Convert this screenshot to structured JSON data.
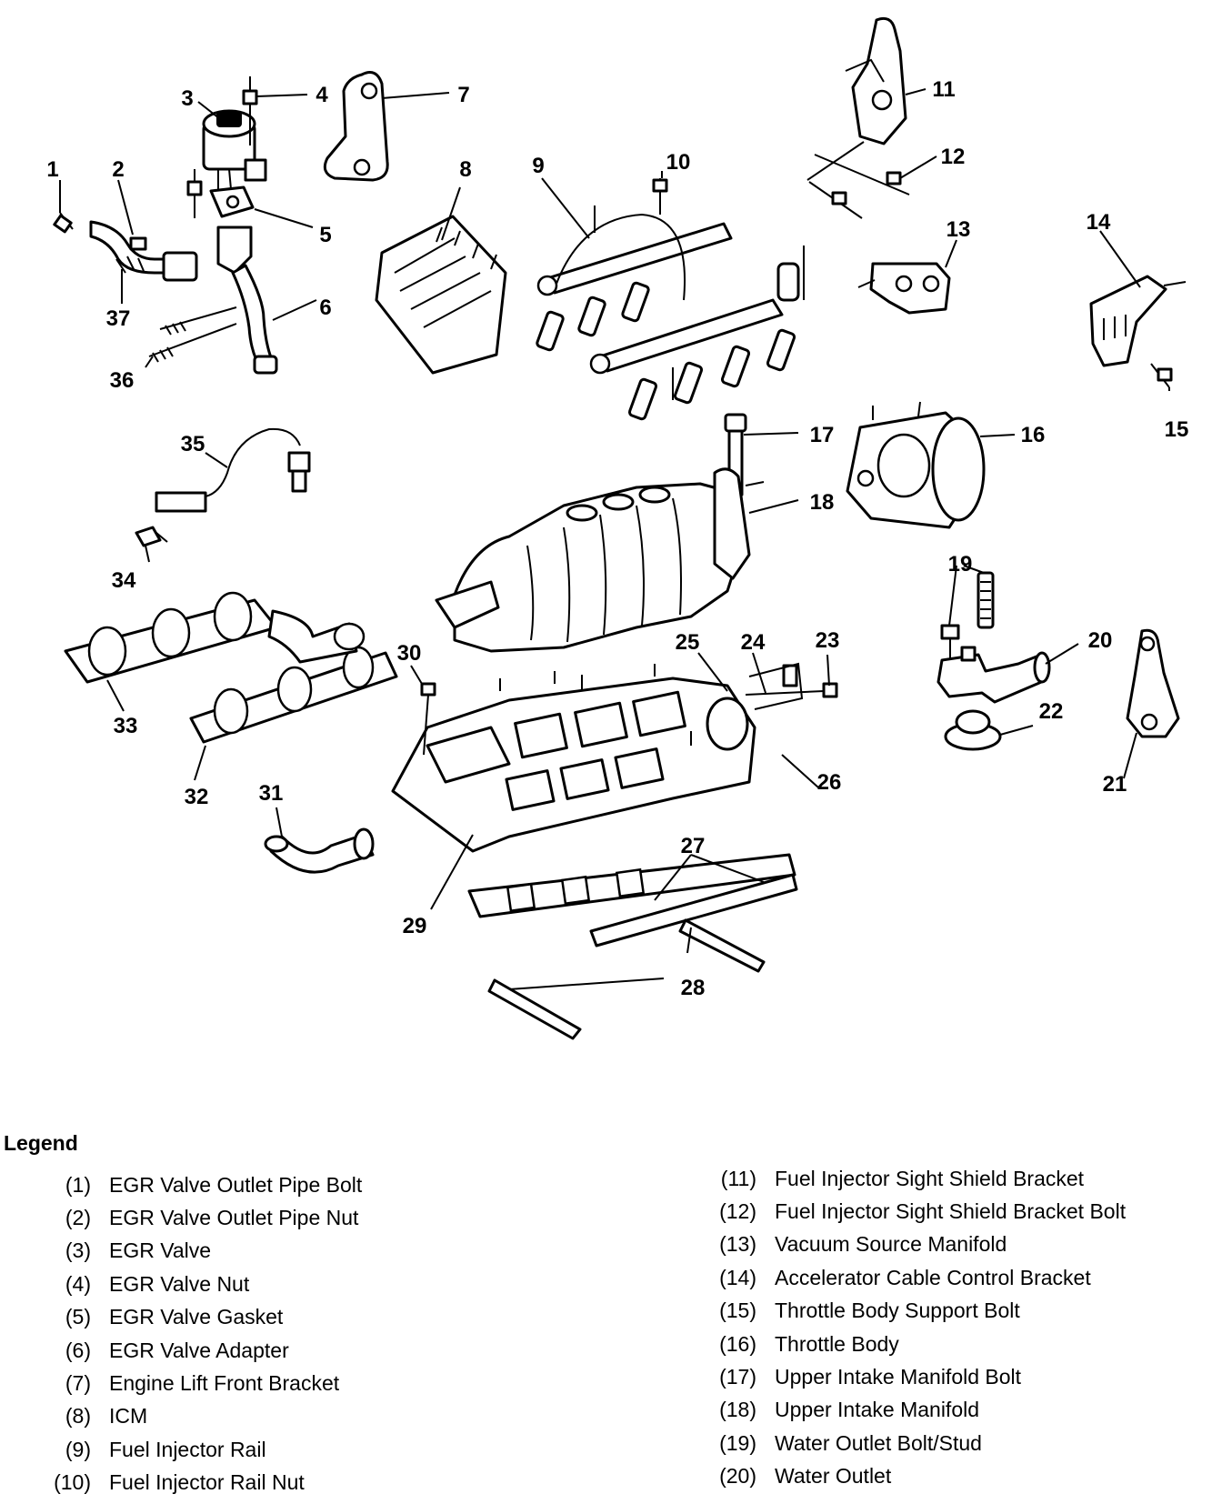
{
  "diagram": {
    "callouts": [
      "1",
      "2",
      "3",
      "4",
      "5",
      "6",
      "7",
      "8",
      "9",
      "10",
      "11",
      "12",
      "13",
      "14",
      "15",
      "16",
      "17",
      "18",
      "19",
      "20",
      "21",
      "22",
      "23",
      "24",
      "25",
      "26",
      "27",
      "28",
      "29",
      "30",
      "31",
      "32",
      "33",
      "34",
      "35",
      "36",
      "37"
    ]
  },
  "legend": {
    "title": "Legend",
    "items": [
      {
        "num": "(1)",
        "label": "EGR Valve Outlet Pipe Bolt"
      },
      {
        "num": "(2)",
        "label": "EGR Valve Outlet Pipe Nut"
      },
      {
        "num": "(3)",
        "label": "EGR Valve"
      },
      {
        "num": "(4)",
        "label": "EGR Valve Nut"
      },
      {
        "num": "(5)",
        "label": "EGR Valve Gasket"
      },
      {
        "num": "(6)",
        "label": "EGR Valve Adapter"
      },
      {
        "num": "(7)",
        "label": "Engine Lift Front Bracket"
      },
      {
        "num": "(8)",
        "label": "ICM"
      },
      {
        "num": "(9)",
        "label": "Fuel Injector Rail"
      },
      {
        "num": "(10)",
        "label": "Fuel Injector Rail Nut"
      },
      {
        "num": "(11)",
        "label": "Fuel Injector Sight Shield Bracket"
      },
      {
        "num": "(12)",
        "label": "Fuel Injector Sight Shield Bracket Bolt"
      },
      {
        "num": "(13)",
        "label": "Vacuum Source Manifold"
      },
      {
        "num": "(14)",
        "label": "Accelerator Cable Control Bracket"
      },
      {
        "num": "(15)",
        "label": "Throttle Body Support Bolt"
      },
      {
        "num": "(16)",
        "label": "Throttle Body"
      },
      {
        "num": "(17)",
        "label": "Upper Intake Manifold Bolt"
      },
      {
        "num": "(18)",
        "label": "Upper Intake Manifold"
      },
      {
        "num": "(19)",
        "label": "Water Outlet Bolt/Stud"
      },
      {
        "num": "(20)",
        "label": "Water Outlet"
      }
    ]
  }
}
